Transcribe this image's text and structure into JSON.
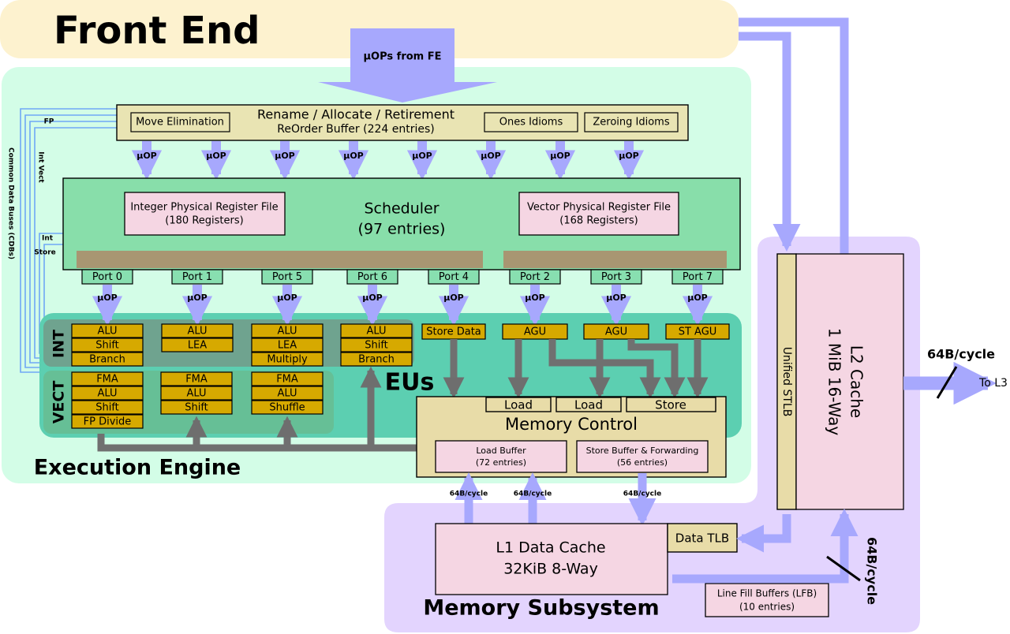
{
  "front_end": {
    "title": "Front End",
    "uops_from_fe": "µOPs from FE"
  },
  "rename": {
    "title": "Rename / Allocate / Retirement",
    "rob": "ReOrder Buffer (224 entries)",
    "move_elimination": "Move Elimination",
    "ones_idioms": "Ones Idioms",
    "zeroing_idioms": "Zeroing Idioms"
  },
  "uop_label": "µOP",
  "scheduler": {
    "title": "Scheduler",
    "entries": "(97 entries)",
    "int_prf_title": "Integer Physical Register File",
    "int_prf_sub": "(180 Registers)",
    "vec_prf_title": "Vector Physical Register File",
    "vec_prf_sub": "(168 Registers)"
  },
  "ports": [
    "Port 0",
    "Port 1",
    "Port 5",
    "Port 6",
    "Port 4",
    "Port 2",
    "Port 3",
    "Port 7"
  ],
  "int_units": [
    [
      "ALU",
      "Shift",
      "Branch"
    ],
    [
      "ALU",
      "LEA"
    ],
    [
      "ALU",
      "LEA",
      "Multiply"
    ],
    [
      "ALU",
      "Shift",
      "Branch"
    ]
  ],
  "vect_units": [
    [
      "FMA",
      "ALU",
      "Shift",
      "FP Divide"
    ],
    [
      "FMA",
      "ALU",
      "Shift"
    ],
    [
      "FMA",
      "ALU",
      "Shuffle"
    ]
  ],
  "mem_units": [
    "Store Data",
    "AGU",
    "AGU",
    "ST AGU"
  ],
  "labels": {
    "int": "INT",
    "vect": "VECT",
    "eus": "EUs",
    "execution_engine": "Execution Engine",
    "memory_subsystem": "Memory Subsystem",
    "cdb": "Common Data Buses (CDBs)",
    "fp": "FP",
    "int_vect": "Int Vect",
    "int_small": "Int",
    "store_small": "Store"
  },
  "memory_control": {
    "title": "Memory Control",
    "load1": "Load",
    "load2": "Load",
    "store": "Store",
    "load_buffer": "Load Buffer",
    "load_buffer_sub": "(72 entries)",
    "store_buffer": "Store Buffer & Forwarding",
    "store_buffer_sub": "(56 entries)"
  },
  "bandwidth": {
    "small": "64B/cycle",
    "large": "64B/cycle",
    "to_l3": "To L3"
  },
  "l1": {
    "title": "L1 Data Cache",
    "sub": "32KiB 8-Way"
  },
  "data_tlb": "Data TLB",
  "lfb": {
    "title": "Line Fill Buffers (LFB)",
    "sub": "(10 entries)"
  },
  "l2": {
    "title": "L2 Cache",
    "sub": "1 MiB 16-Way",
    "stlb": "Unified STLB"
  },
  "colors": {
    "front_end": "#fdf2cf",
    "execution_engine": "#d3fde7",
    "memory_subsystem": "#e3d4fe",
    "arrow": "#a7a8fd",
    "dark_arrow": "#707070",
    "unit": "#d6a900",
    "port": "#88dfb0",
    "scheduler": "#88deaa",
    "eus": "#5ccfb1"
  }
}
